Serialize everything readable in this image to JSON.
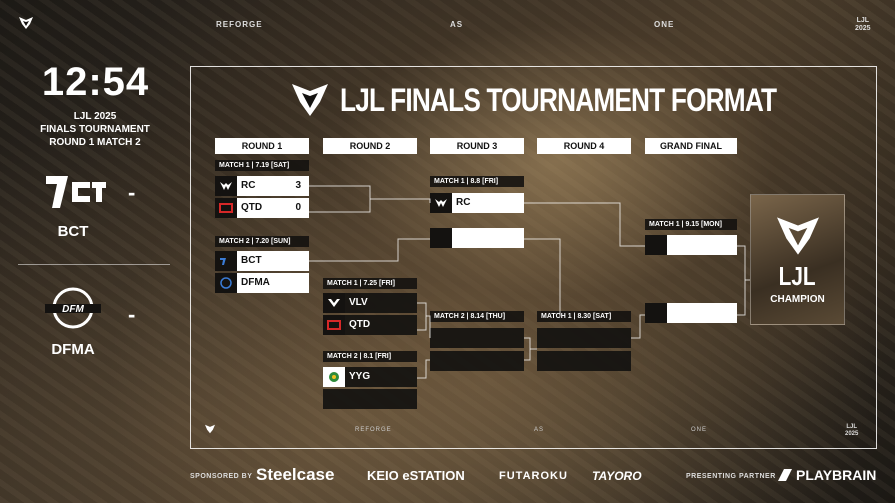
{
  "header": {
    "words": [
      "REFORGE",
      "AS",
      "ONE"
    ],
    "event": "LJL",
    "year": "2025"
  },
  "scoreboard": {
    "clock": "12:54",
    "info_lines": [
      "LJL 2025",
      "FINALS TOURNAMENT",
      "ROUND 1 MATCH 2"
    ],
    "team1": {
      "name": "BCT",
      "score": "-"
    },
    "team2": {
      "name": "DFMA",
      "score": "-"
    }
  },
  "bracket": {
    "title": "LJL FINALS TOURNAMENT FORMAT",
    "rounds": [
      "ROUND 1",
      "ROUND 2",
      "ROUND 3",
      "ROUND 4",
      "GRAND FINAL"
    ],
    "r1m1": {
      "label": "MATCH 1 | 7.19 [SAT]",
      "t1": "RC",
      "s1": "3",
      "t2": "QTD",
      "s2": "0"
    },
    "r1m2": {
      "label": "MATCH 2 | 7.20 [SUN]",
      "t1": "BCT",
      "t2": "DFMA"
    },
    "r2m1": {
      "label": "MATCH 1 | 7.25 [FRI]",
      "t1": "VLV",
      "t2": "QTD"
    },
    "r2m2": {
      "label": "MATCH 2 | 8.1 [FRI]",
      "t1": "YYG"
    },
    "r3m1": {
      "label": "MATCH 1 | 8.8 [FRI]",
      "t1": "RC"
    },
    "r3m2": {
      "label": "MATCH 2 | 8.14 [THU]"
    },
    "r4m1": {
      "label": "MATCH 1 | 8.30 [SAT]"
    },
    "gf": {
      "label": "MATCH 1 | 9.15 [MON]"
    },
    "champion": {
      "title": "LJL",
      "subtitle": "CHAMPION"
    }
  },
  "footer_words": [
    "REFORGE",
    "AS",
    "ONE"
  ],
  "sponsors": {
    "sponsored_by": "SPONSORED BY",
    "names": [
      "Steelcase",
      "KEIO eSTATION",
      "FUTAROKU",
      "TAYORO"
    ],
    "presenting": "PRESENTING PARTNER",
    "partner": "PLAYBRAIN"
  },
  "colors": {
    "accent_red": "#d62828",
    "panel_dark": "#141210",
    "white": "#ffffff"
  }
}
